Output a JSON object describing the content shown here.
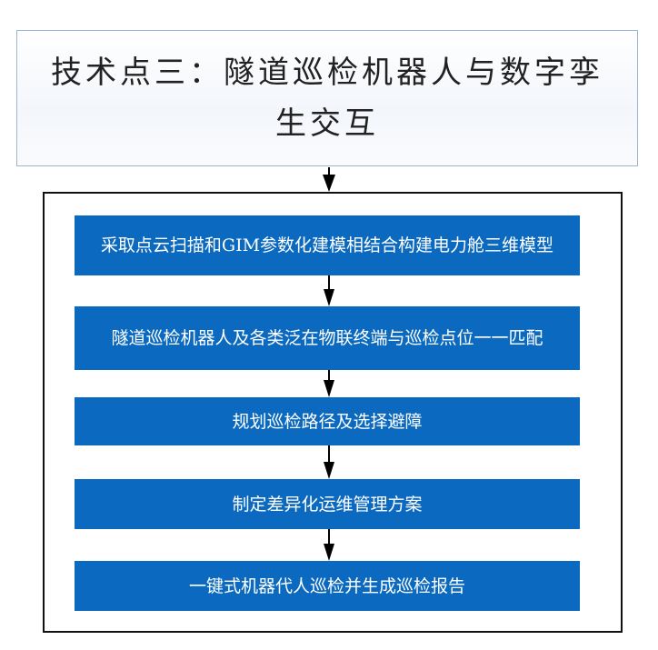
{
  "title": "技术点三：隧道巡检机器人与数字孪生交互",
  "steps": [
    "采取点云扫描和GIM参数化建模相结合构建电力舱三维模型",
    "隧道巡检机器人及各类泛在物联终端与巡检点位一一匹配",
    "规划巡检路径及选择避障",
    "制定差异化运维管理方案",
    "一键式机器代人巡检并生成巡检报告"
  ],
  "colors": {
    "step_fill": "#0b6ac0",
    "title_border": "#9fb3d6"
  }
}
